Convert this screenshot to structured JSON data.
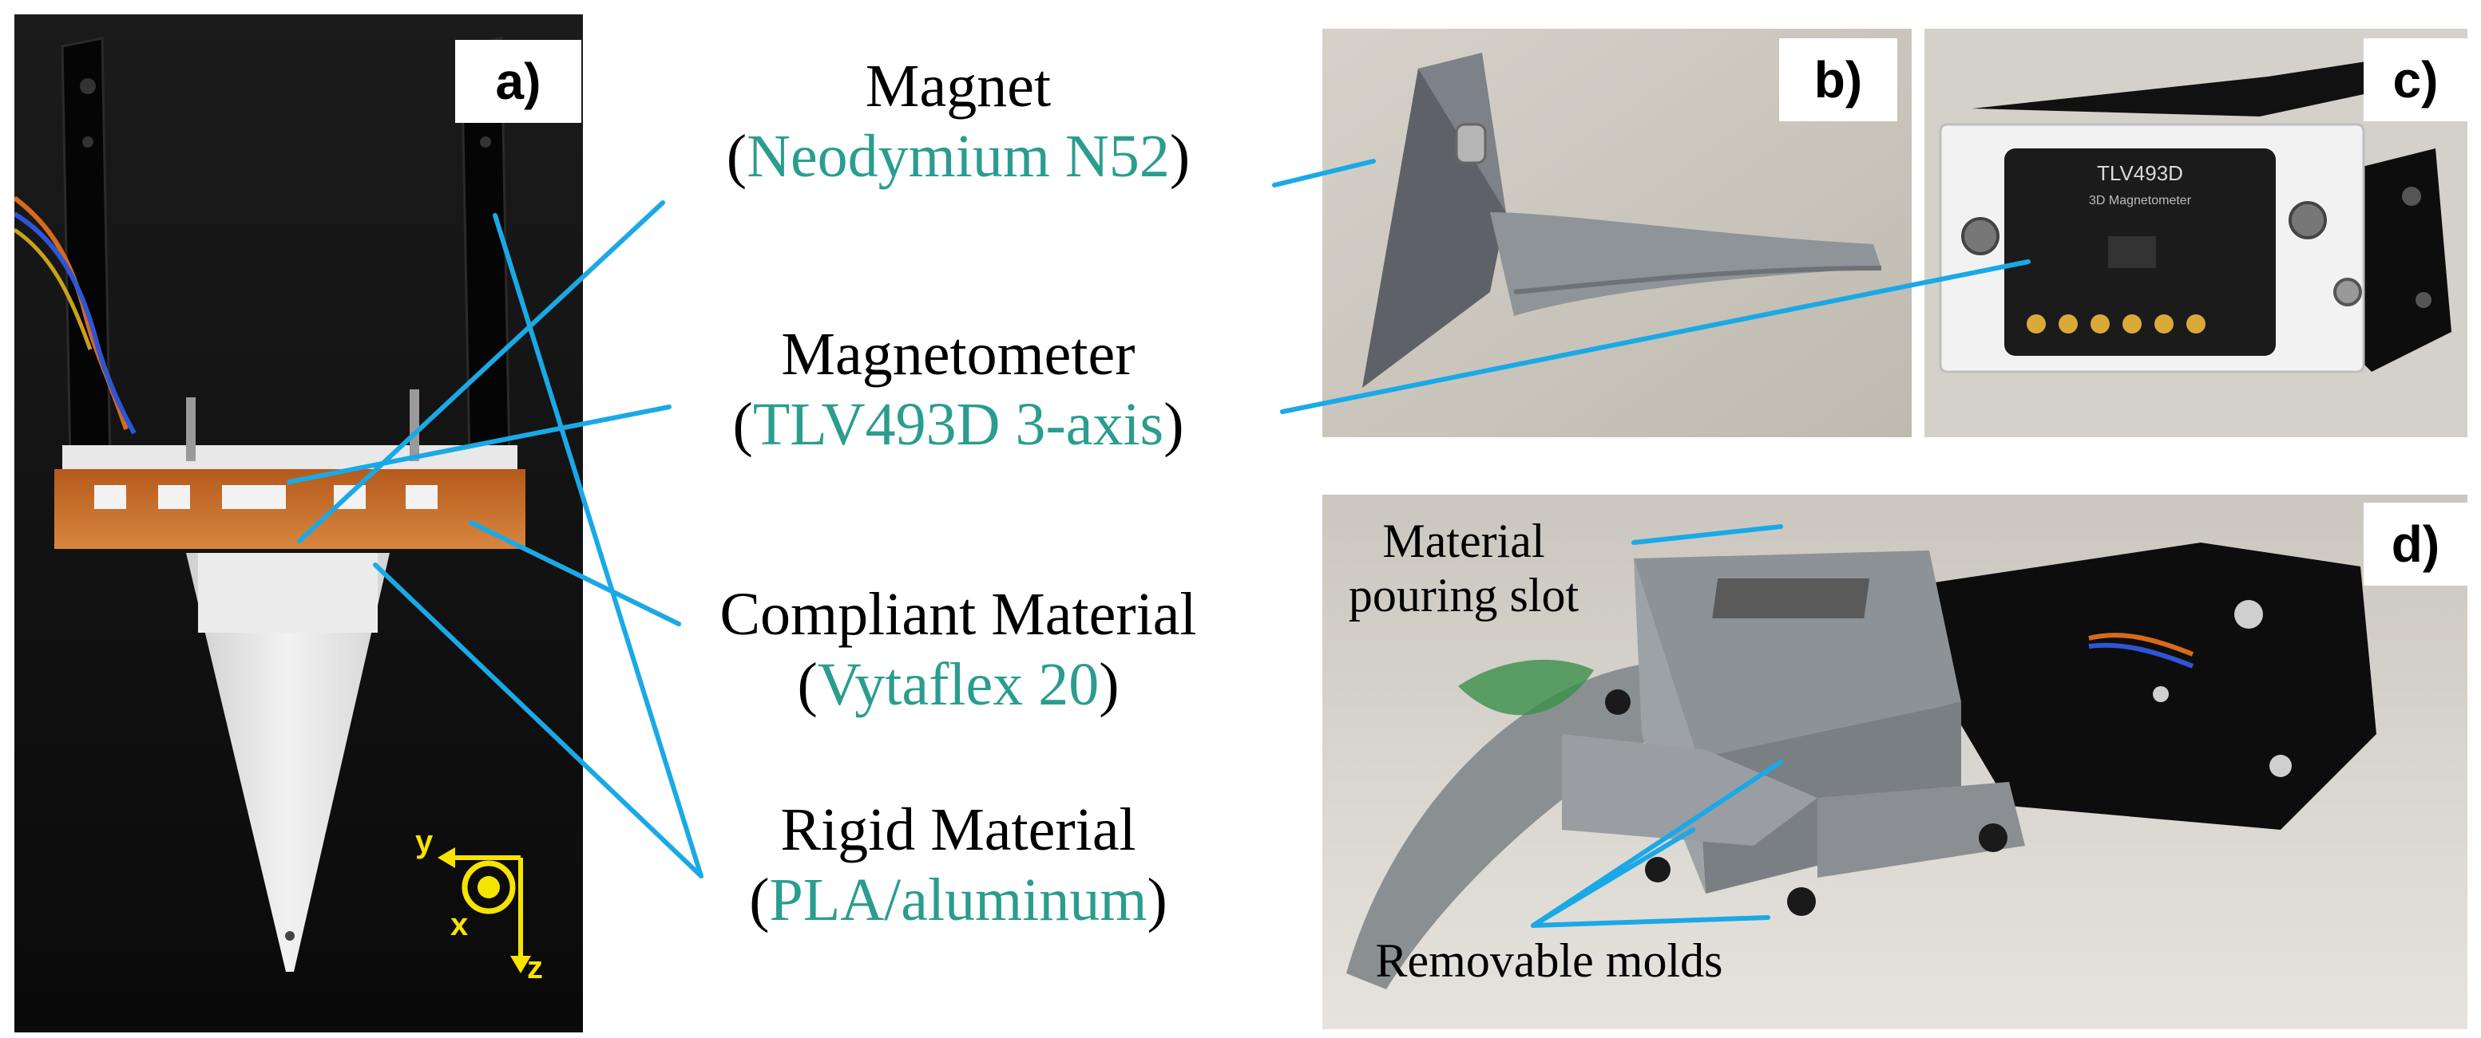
{
  "panels": {
    "a": {
      "tag": "a)"
    },
    "b": {
      "tag": "b)"
    },
    "c": {
      "tag": "c)"
    },
    "d": {
      "tag": "d)"
    }
  },
  "labels": {
    "magnet": {
      "name": "Magnet",
      "open": "(",
      "detail": "Neodymium N52",
      "close": ")"
    },
    "magnetometer": {
      "name": "Magnetometer",
      "open": "(",
      "detail": "TLV493D 3-axis",
      "close": ")"
    },
    "compliant": {
      "name": "Compliant Material",
      "open": "(",
      "detail": "Vytaflex 20",
      "close": ")"
    },
    "rigid": {
      "name": "Rigid Material",
      "open": "(",
      "detail": "PLA/aluminum",
      "close": ")"
    }
  },
  "annotations": {
    "pouring_slot_line1": "Material",
    "pouring_slot_line2": "pouring slot",
    "removable_molds": "Removable molds"
  },
  "axes": {
    "y": "y",
    "x": "x",
    "z": "z"
  },
  "board": {
    "chip_name": "TLV493D",
    "chip_desc": "3D Magnetometer"
  },
  "colors": {
    "leader_line": "#1aa9e6",
    "teal_text": "#2a9d8f",
    "axis_marker": "#f5e400"
  }
}
